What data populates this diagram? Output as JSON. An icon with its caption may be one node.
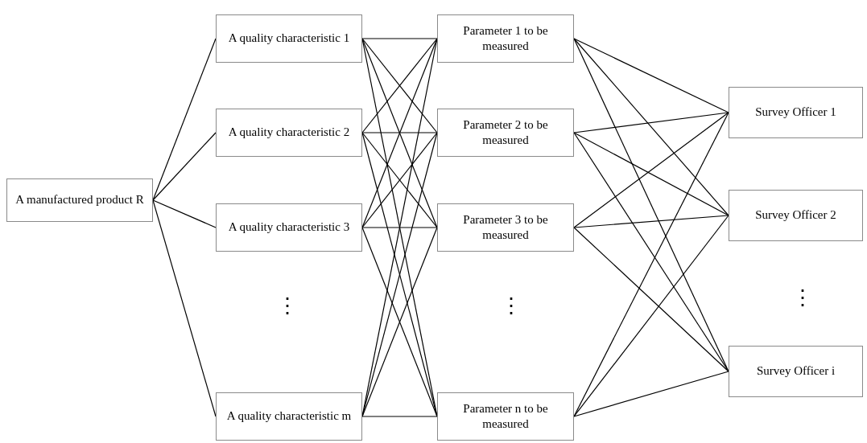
{
  "diagram": {
    "nodes": [
      {
        "text": [
          "A manufactured product R"
        ]
      },
      {
        "text": [
          "A quality characteristic 1"
        ]
      },
      {
        "text": [
          "A quality characteristic 2"
        ]
      },
      {
        "text": [
          "A quality characteristic 3"
        ]
      },
      {
        "text": [
          "A quality characteristic m"
        ]
      },
      {
        "text": [
          "Parameter 1 to be measured"
        ]
      },
      {
        "text": [
          "Parameter 2 to be measured"
        ]
      },
      {
        "text": [
          "Parameter 3 to be measured"
        ]
      },
      {
        "text": [
          "Parameter n to be measured"
        ]
      },
      {
        "text": [
          "Survey Officer 1"
        ]
      },
      {
        "text": [
          "Survey Officer 2"
        ]
      },
      {
        "text": [
          "Survey Officer i"
        ]
      }
    ],
    "edges": [
      {
        "from": 0,
        "to": 1,
        "arrow": "none"
      },
      {
        "from": 0,
        "to": 2,
        "arrow": "none"
      },
      {
        "from": 0,
        "to": 3,
        "arrow": "none"
      },
      {
        "from": 0,
        "to": 4,
        "arrow": "none"
      },
      {
        "from": 1,
        "to": 5,
        "arrow": "none"
      },
      {
        "from": 1,
        "to": 6,
        "arrow": "none"
      },
      {
        "from": 1,
        "to": 7,
        "arrow": "none"
      },
      {
        "from": 1,
        "to": 8,
        "arrow": "none"
      },
      {
        "from": 2,
        "to": 5,
        "arrow": "none"
      },
      {
        "from": 2,
        "to": 6,
        "arrow": "none"
      },
      {
        "from": 2,
        "to": 7,
        "arrow": "none"
      },
      {
        "from": 2,
        "to": 8,
        "arrow": "none"
      },
      {
        "from": 3,
        "to": 5,
        "arrow": "none"
      },
      {
        "from": 3,
        "to": 6,
        "arrow": "none"
      },
      {
        "from": 3,
        "to": 7,
        "arrow": "none"
      },
      {
        "from": 3,
        "to": 8,
        "arrow": "none"
      },
      {
        "from": 4,
        "to": 5,
        "arrow": "none"
      },
      {
        "from": 4,
        "to": 6,
        "arrow": "none"
      },
      {
        "from": 4,
        "to": 7,
        "arrow": "none"
      },
      {
        "from": 4,
        "to": 8,
        "arrow": "none"
      },
      {
        "from": 5,
        "to": 9,
        "arrow": "none"
      },
      {
        "from": 5,
        "to": 10,
        "arrow": "none"
      },
      {
        "from": 5,
        "to": 11,
        "arrow": "none"
      },
      {
        "from": 6,
        "to": 9,
        "arrow": "none"
      },
      {
        "from": 6,
        "to": 10,
        "arrow": "none"
      },
      {
        "from": 6,
        "to": 11,
        "arrow": "none"
      },
      {
        "from": 7,
        "to": 9,
        "arrow": "none"
      },
      {
        "from": 7,
        "to": 10,
        "arrow": "none"
      },
      {
        "from": 7,
        "to": 11,
        "arrow": "none"
      },
      {
        "from": 8,
        "to": 9,
        "arrow": "none"
      },
      {
        "from": 8,
        "to": 10,
        "arrow": "none"
      },
      {
        "from": 8,
        "to": 11,
        "arrow": "none"
      }
    ],
    "labels": [
      "⋮",
      "⋮",
      "⋮"
    ]
  }
}
